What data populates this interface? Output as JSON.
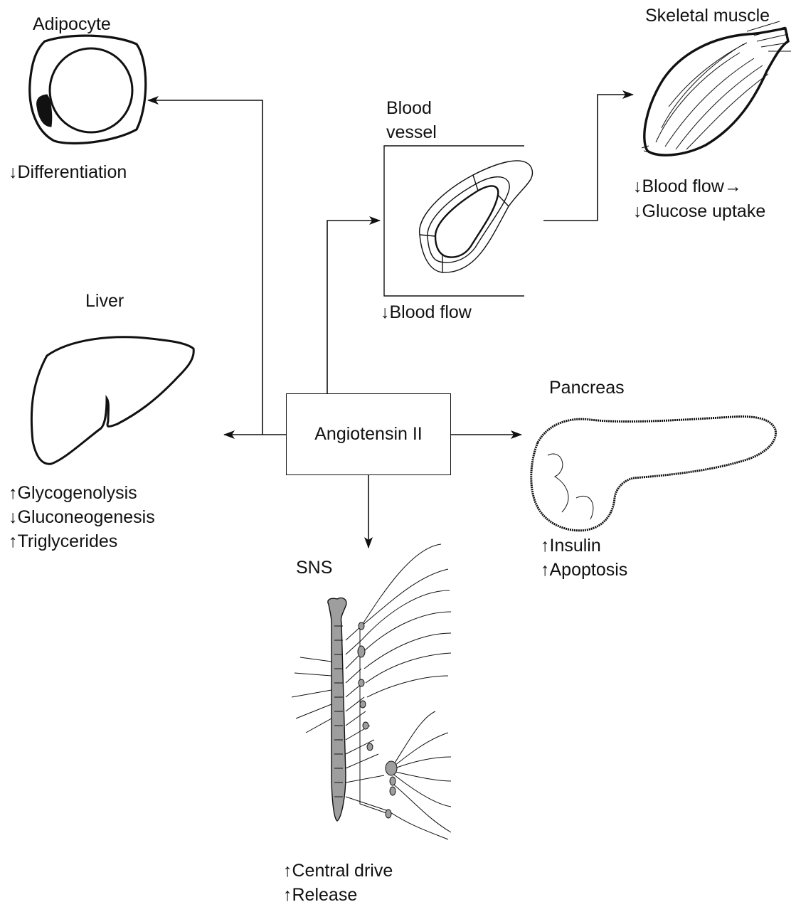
{
  "center": {
    "label": "Angiotensin II"
  },
  "adipocyte": {
    "title": "Adipocyte",
    "effects": [
      "↓Differentiation"
    ]
  },
  "blood_vessel": {
    "title_line1": "Blood",
    "title_line2": "vessel",
    "effects": [
      "↓Blood flow"
    ]
  },
  "skeletal_muscle": {
    "title": "Skeletal muscle",
    "effects": [
      "↓Blood flow→",
      "↓Glucose uptake"
    ]
  },
  "liver": {
    "title": "Liver",
    "effects": [
      "↑Glycogenolysis",
      "↓Gluconeogenesis",
      "↑Triglycerides"
    ]
  },
  "pancreas": {
    "title": "Pancreas",
    "effects": [
      "↑Insulin",
      "↑Apoptosis"
    ]
  },
  "sns": {
    "title": "SNS",
    "effects": [
      "↑Central drive",
      "↑Release"
    ]
  }
}
